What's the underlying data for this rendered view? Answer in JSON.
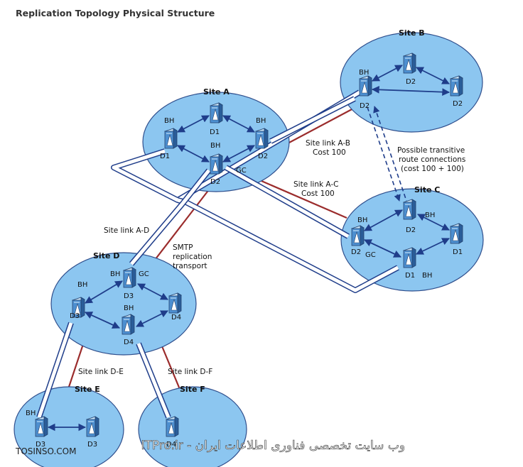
{
  "title": "Replication Topology Physical Structure",
  "colors": {
    "site_fill": "#8cc6f0",
    "site_stroke": "#2f4e8c",
    "route": "#1f3d8a",
    "site_link": "#9b2c2c",
    "server": "#3a7bbf"
  },
  "sites": {
    "a": {
      "title": "Site A"
    },
    "b": {
      "title": "Site B"
    },
    "c": {
      "title": "Site C"
    },
    "d": {
      "title": "Site D"
    },
    "e": {
      "title": "Site E"
    },
    "f": {
      "title": "Site F"
    }
  },
  "servers": {
    "a_d1_left": {
      "name": "D1",
      "badge": "BH"
    },
    "a_d1_top": {
      "name": "D1",
      "badge": ""
    },
    "a_d2_right": {
      "name": "D2",
      "badge": "BH"
    },
    "a_d2_bottom": {
      "name": "D2",
      "badge": "BH",
      "badge2": "GC"
    },
    "b_d2_left": {
      "name": "D2",
      "badge": "BH"
    },
    "b_d2_top": {
      "name": "D2",
      "badge": ""
    },
    "b_d2_right": {
      "name": "D2",
      "badge": ""
    },
    "c_d2_top": {
      "name": "D2",
      "badge": "BH"
    },
    "c_d2_left": {
      "name": "D2",
      "badge": "BH",
      "badge2": "GC"
    },
    "c_d1_right": {
      "name": "D1",
      "badge": ""
    },
    "c_d1_bottom": {
      "name": "D1",
      "badge": "BH"
    },
    "d_d3_top": {
      "name": "D3",
      "badge": "BH",
      "badge2": "GC"
    },
    "d_d3_left": {
      "name": "D3",
      "badge": "BH"
    },
    "d_d4_right": {
      "name": "D4",
      "badge": ""
    },
    "d_d4_bottom": {
      "name": "D4",
      "badge": "BH"
    },
    "e_d3_left": {
      "name": "D3",
      "badge": "BH"
    },
    "e_d3_right": {
      "name": "D3",
      "badge": ""
    },
    "f_d4": {
      "name": "D4",
      "badge": ""
    }
  },
  "links": {
    "ab": [
      "Site link A-B",
      "Cost 100"
    ],
    "ac": [
      "Site link A-C",
      "Cost 100"
    ],
    "ad": "Site link A-D",
    "de": "Site link D-E",
    "df": "Site link D-F"
  },
  "notes": {
    "smtp": [
      "SMTP",
      "replication",
      "transport"
    ],
    "transitive": [
      "Possible transitive",
      "route connections",
      "(cost 100 + 100)"
    ]
  },
  "watermark": {
    "left": "TOSINSO.COM",
    "right": "ITPro.ir - وب سایت تخصصی فناوری اطلاعات ایران"
  }
}
